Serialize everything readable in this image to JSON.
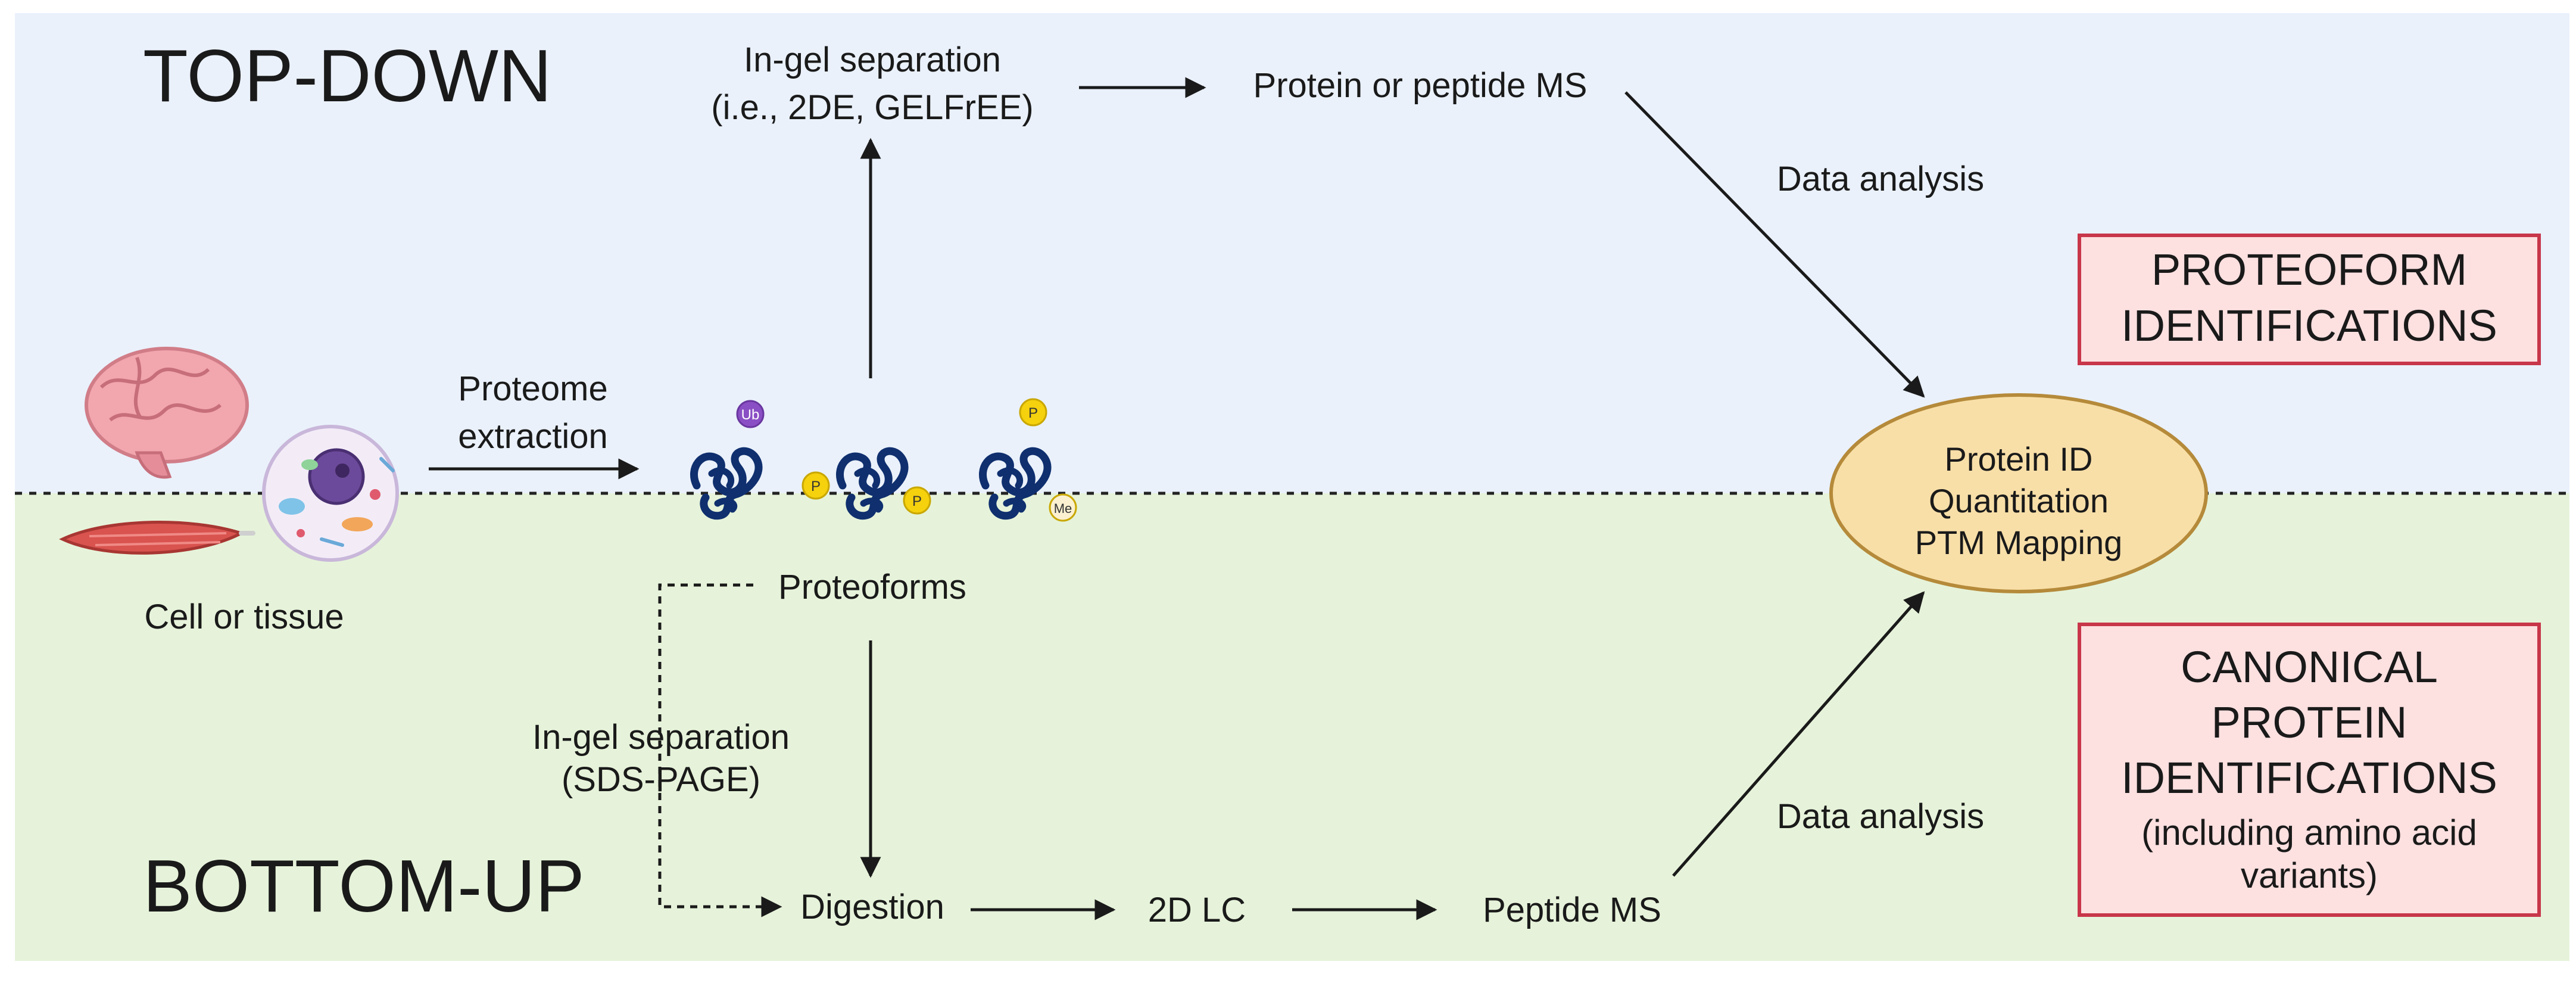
{
  "colors": {
    "top_band": "#eaf1fb",
    "bottom_band": "#e6f3da",
    "protein": "#0f2f6e",
    "ptm_purple": "#8a4fc4",
    "ptm_yellow": "#f5d10e",
    "ellipse_fill": "#f8dfa8",
    "ellipse_stroke": "#b58a3a",
    "box_fill": "#fde0e0",
    "box_stroke": "#c8364a"
  },
  "sections": {
    "top_title": "TOP-DOWN",
    "bottom_title": "BOTTOM-UP"
  },
  "sample": {
    "label": "Cell or tissue",
    "icons": [
      "brain-icon",
      "cell-icon",
      "muscle-icon"
    ]
  },
  "extraction": {
    "line1": "Proteome",
    "line2": "extraction"
  },
  "ptm": {
    "ub": "Ub",
    "p": "P",
    "me": "Me"
  },
  "top_down": {
    "separation_line1": "In-gel separation",
    "separation_line2": "(i.e., 2DE, GELFrEE)",
    "ms": "Protein or peptide MS",
    "analysis": "Data analysis"
  },
  "bottom_up": {
    "proteoforms": "Proteoforms",
    "separation_line1": "In-gel separation",
    "separation_line2": "(SDS-PAGE)",
    "digestion": "Digestion",
    "lc": "2D LC",
    "ms": "Peptide MS",
    "analysis": "Data analysis"
  },
  "result": {
    "line1": "Protein ID",
    "line2": "Quantitation",
    "line3": "PTM Mapping"
  },
  "proteoform_box": {
    "line1": "PROTEOFORM",
    "line2": "IDENTIFICATIONS"
  },
  "canonical_box": {
    "line1": "CANONICAL",
    "line2": "PROTEIN",
    "line3": "IDENTIFICATIONS",
    "line4": "(including amino acid",
    "line5": "variants)"
  }
}
